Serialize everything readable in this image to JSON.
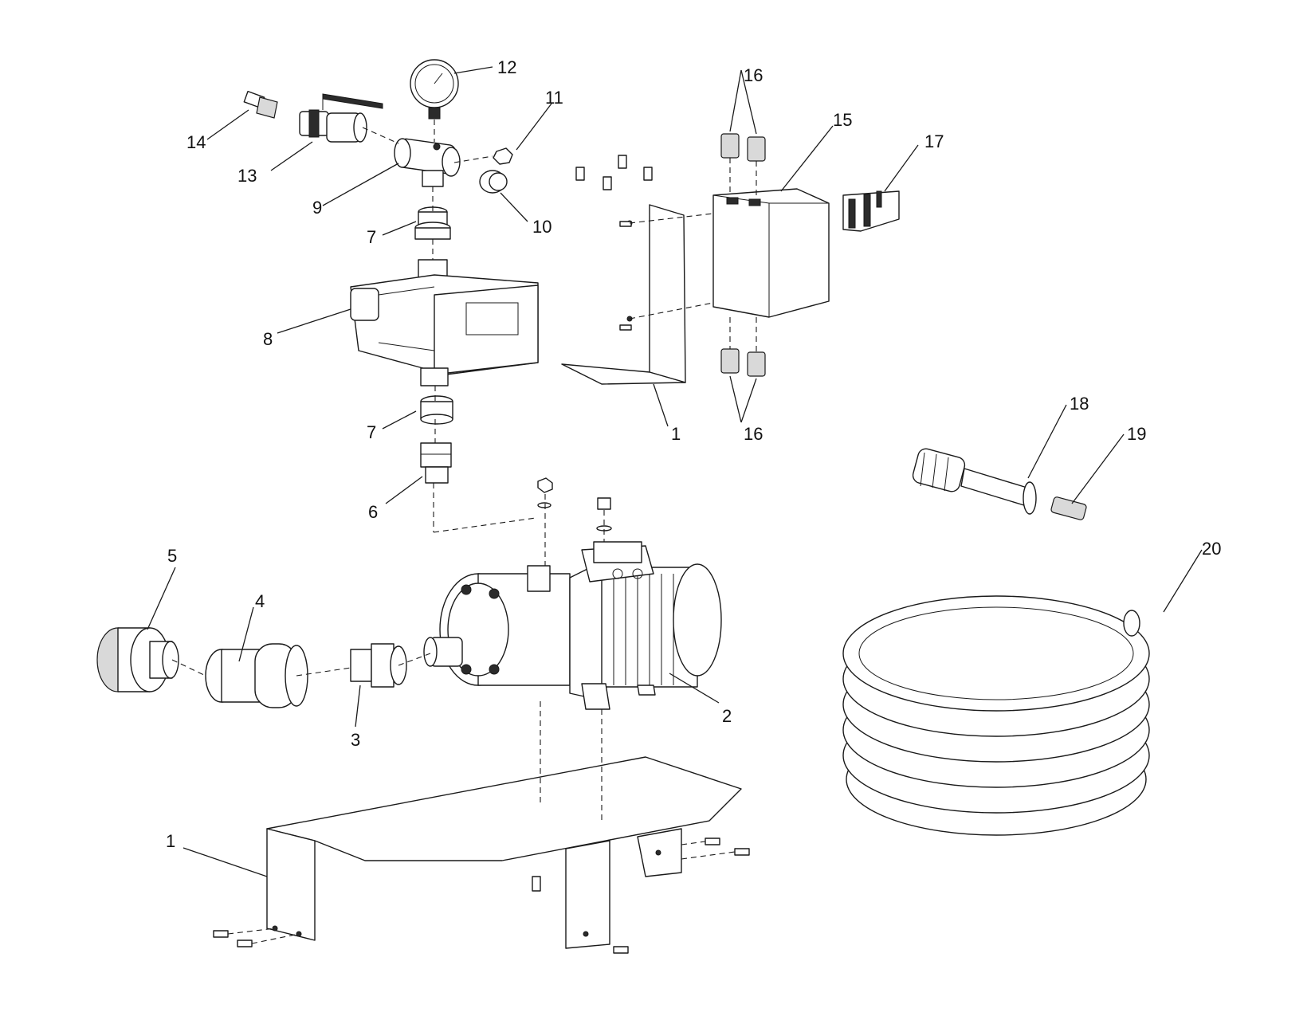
{
  "callouts": {
    "c1a": "1",
    "c1b": "1",
    "c2": "2",
    "c3": "3",
    "c4": "4",
    "c5": "5",
    "c6": "6",
    "c7a": "7",
    "c7b": "7",
    "c8": "8",
    "c9": "9",
    "c10": "10",
    "c11": "11",
    "c12": "12",
    "c13": "13",
    "c14": "14",
    "c15": "15",
    "c16a": "16",
    "c16b": "16",
    "c17": "17",
    "c18": "18",
    "c19": "19",
    "c20": "20"
  },
  "colors": {
    "line": "#1a1a1a",
    "background": "#ffffff"
  }
}
